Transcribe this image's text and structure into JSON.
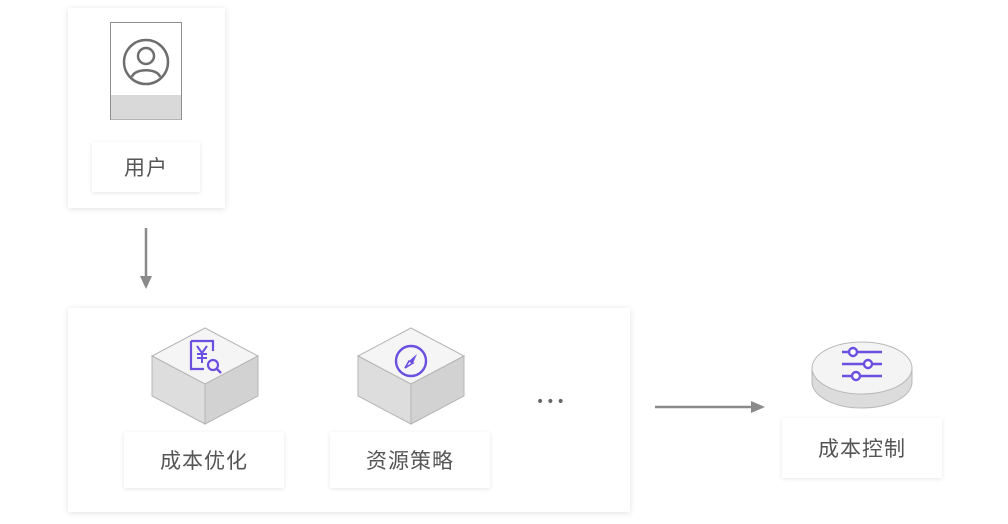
{
  "user": {
    "label": "用户",
    "icon": "user-avatar-icon"
  },
  "strategies": [
    {
      "label": "成本优化",
      "icon": "yuan-search-icon"
    },
    {
      "label": "资源策略",
      "icon": "compass-icon"
    }
  ],
  "ellipsis": "•••",
  "result": {
    "label": "成本控制",
    "icon": "sliders-icon"
  },
  "colors": {
    "accent": "#6a4fe0",
    "arrow": "#8a8a8a",
    "cube_side": "#dcdcdc",
    "cube_top": "#f4f4f4",
    "label_text": "#555555"
  }
}
